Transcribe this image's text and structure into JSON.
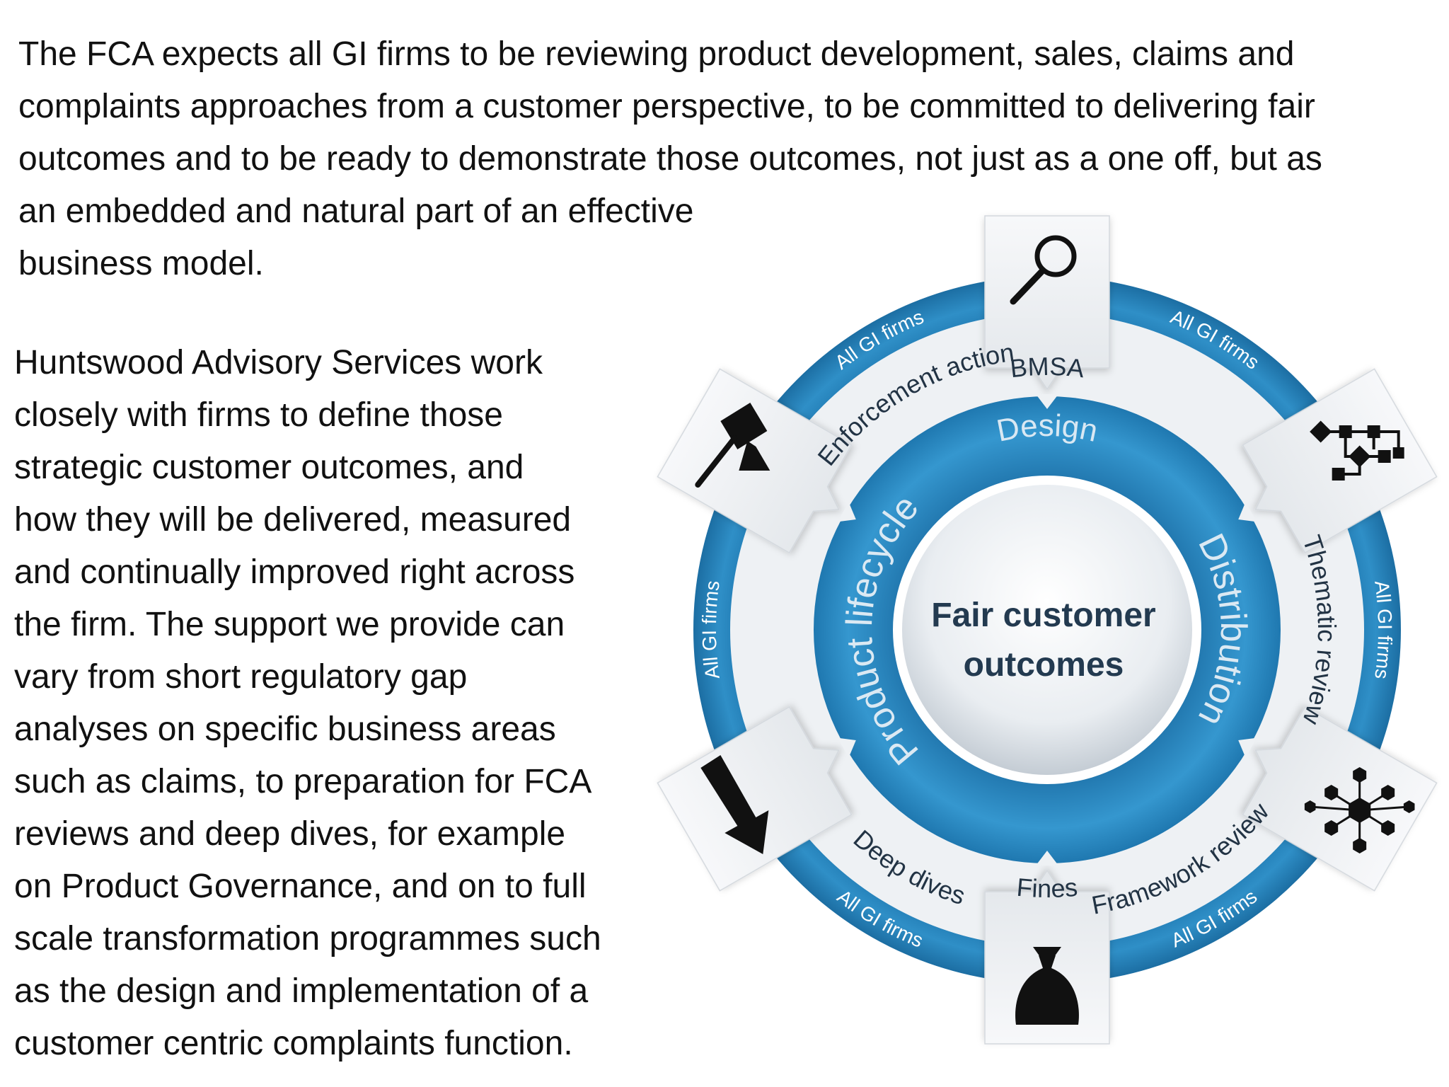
{
  "intro_lines": [
    "The FCA expects all GI firms to be reviewing product development, sales, claims and",
    "complaints approaches from a customer perspective, to be committed to  delivering fair",
    "outcomes and to be ready to demonstrate those outcomes, not just as a one off, but as",
    "an embedded and natural part of an effective",
    "business model."
  ],
  "body_lines": [
    "Huntswood Advisory Services work",
    "closely with firms to define those",
    "strategic customer outcomes, and",
    "how they will be delivered, measured",
    "and continually improved right across",
    "the firm. The support we provide can",
    "vary from short regulatory gap",
    "analyses on specific business areas",
    "such as claims, to preparation for FCA",
    "reviews and deep dives, for example",
    "on Product Governance, and on to full",
    "scale transformation programmes such",
    "as the design and implementation of a",
    "customer centric complaints function."
  ],
  "diagram": {
    "center": {
      "line1": "Fair customer",
      "line2": "outcomes"
    },
    "inner_ring": {
      "top": "Design",
      "right": "Distribution",
      "left": "Product lifecycle"
    },
    "middle_ring": {
      "top": "BMSA",
      "top_right": "Thematic review",
      "bottom_right": "Framework review",
      "bottom": "Fines",
      "bottom_left": "Deep dives",
      "top_left": "Enforcement action"
    },
    "outer_ring_label": "All GI firms",
    "outer_ring_labels": [
      "All GI firms",
      "All GI firms",
      "All GI firms",
      "All GI firms",
      "All GI firms",
      "All GI firms"
    ],
    "panel_icons": [
      "magnifier-icon",
      "process-chart-icon",
      "network-icon",
      "money-bag-icon",
      "down-arrow-icon",
      "gavel-icon"
    ],
    "colors": {
      "ring_blue": "#2a86bf",
      "ring_light": "#eef1f4",
      "text_dark": "#233a50",
      "accent_light_text": "#dbe9f3"
    }
  }
}
